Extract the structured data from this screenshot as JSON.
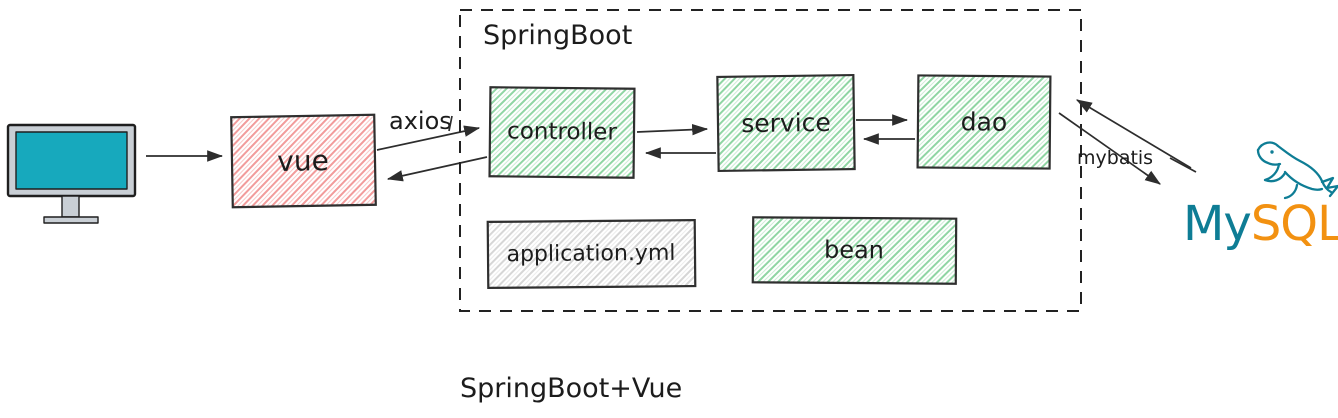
{
  "diagram": {
    "caption": "SpringBoot+Vue",
    "container": {
      "label": "SpringBoot"
    },
    "nodes": {
      "vue": {
        "label": "vue"
      },
      "controller": {
        "label": "controller"
      },
      "service": {
        "label": "service"
      },
      "dao": {
        "label": "dao"
      },
      "application_yml": {
        "label": "application.yml"
      },
      "bean": {
        "label": "bean"
      }
    },
    "edges": {
      "axios": {
        "label": "axios"
      },
      "mybatis": {
        "label": "mybatis"
      }
    },
    "mysql": {
      "my": "My",
      "sql": "SQL"
    },
    "icons": {
      "client": "desktop-monitor-icon",
      "database": "mysql-dolphin-icon"
    },
    "colors": {
      "stroke": "#2d2d2d",
      "monitor_frame": "#c9cfd5",
      "monitor_screen": "#17a9bd",
      "vue_hatch": "#f29b9b",
      "green_hatch": "#8fd5a3",
      "gray_hatch": "#d6d6d6",
      "mysql_teal": "#0e7d95",
      "mysql_orange": "#f29111"
    }
  }
}
